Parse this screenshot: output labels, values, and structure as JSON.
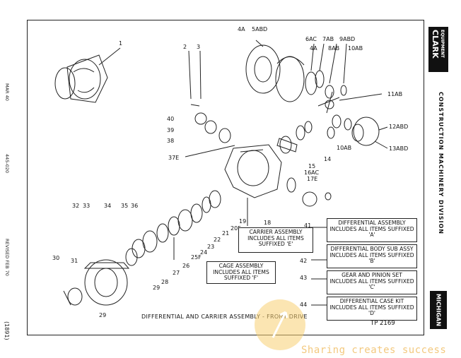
{
  "publisher": {
    "logo_line1": "CLARK",
    "logo_line2": "EQUIPMENT",
    "division": "CONSTRUCTION MACHINERY DIVISION",
    "brand": "MICHIGAN"
  },
  "margin_notes": {
    "left_top": "MAR 40",
    "left_mid": "445-020",
    "left_revised": "REVISED FEB 70",
    "left_bottom": "(1891)"
  },
  "callouts": [
    "1",
    "2",
    "3",
    "4A",
    "5ABD",
    "6AC",
    "4A",
    "7AB",
    "8AB",
    "9ABD",
    "10AB",
    "11AB",
    "12ABD",
    "13ABD",
    "10AB",
    "14",
    "15",
    "16AC",
    "17E",
    "37E",
    "40",
    "39",
    "38",
    "18",
    "19",
    "20F",
    "21",
    "22",
    "23",
    "24",
    "25F",
    "26",
    "27",
    "28",
    "29",
    "29",
    "30",
    "31",
    "32",
    "33",
    "34",
    "35",
    "36"
  ],
  "boxes": {
    "carrier": [
      "CARRIER ASSEMBLY",
      "INCLUDES ALL ITEMS",
      "SUFFIXED 'E'"
    ],
    "cage": [
      "CAGE ASSEMBLY",
      "INCLUDES ALL ITEMS",
      "SUFFIXED 'F'"
    ]
  },
  "legend": [
    {
      "number": "41",
      "lines": [
        "DIFFERENTIAL ASSEMBLY",
        "INCLUDES ALL ITEMS SUFFIXED",
        "'A'"
      ]
    },
    {
      "number": "42",
      "lines": [
        "DIFFERENTIAL BODY SUB ASSY",
        "INCLUDES ALL ITEMS SUFFIXED",
        "'B'"
      ]
    },
    {
      "number": "43",
      "lines": [
        "GEAR AND PINION SET",
        "INCLUDES ALL ITEMS SUFFIXED",
        "'C'"
      ]
    },
    {
      "number": "44",
      "lines": [
        "DIFFERENTIAL CASE KIT",
        "INCLUDES ALL ITEMS SUFFIXED",
        "'D'"
      ]
    }
  ],
  "caption": "DIFFERENTIAL AND CARRIER ASSEMBLY - FRONT DRIVE",
  "drawing_number": "TP 2169",
  "watermark": "Sharing creates success"
}
